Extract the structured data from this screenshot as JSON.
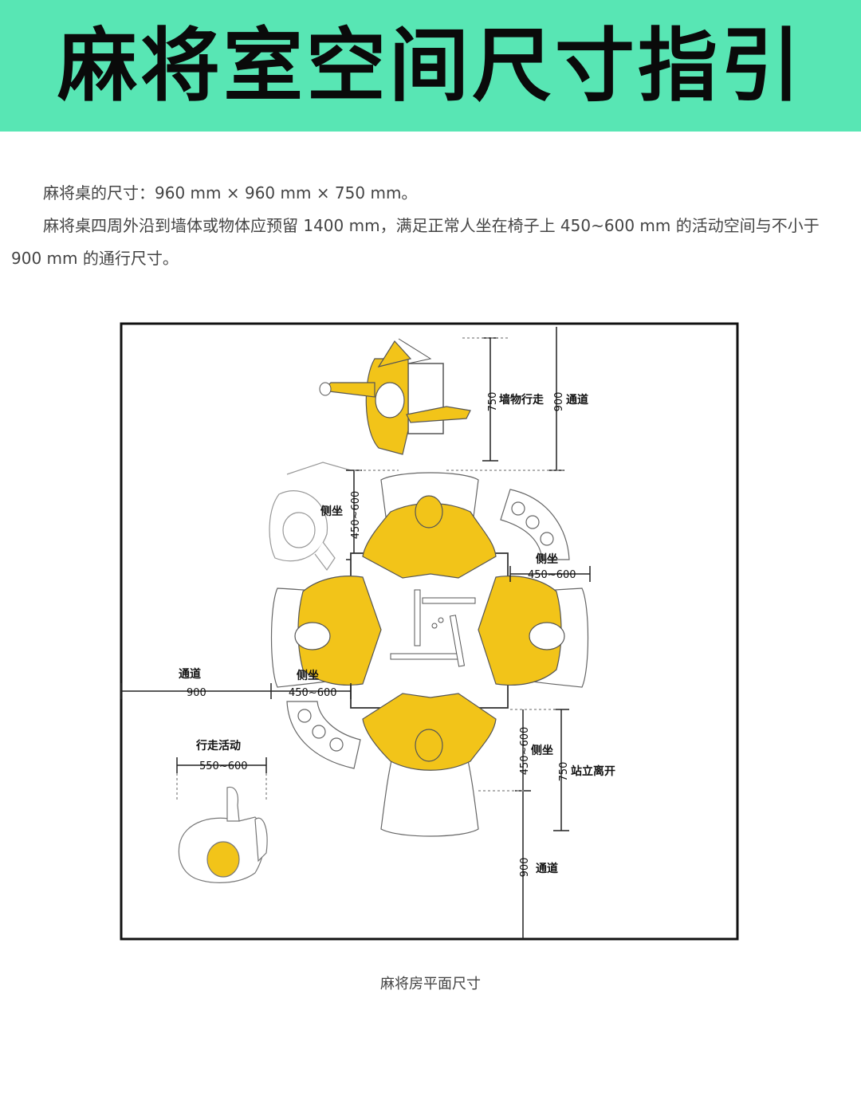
{
  "header": {
    "title": "麻将室空间尺寸指引",
    "bg_color": "#58e6b4"
  },
  "intro": {
    "line1": "麻将桌的尺寸：960 mm × 960 mm × 750 mm。",
    "line2": "麻将桌四周外沿到墙体或物体应预留 1400 mm，满足正常人坐在椅子上 450~600 mm 的活动空间与不小于 900 mm 的通行尺寸。"
  },
  "plan": {
    "figure_color": "#f2c419",
    "labels": {
      "top_750": "750",
      "top_wall_walk": "墙物行走",
      "top_900": "900",
      "top_passage": "通道",
      "left_450_600": "450~600",
      "left_side_sit": "侧坐",
      "right_side_sit": "侧坐",
      "right_450_600": "450~600",
      "passage_left": "通道",
      "dim_900_left": "900",
      "side_sit_left": "侧坐",
      "dim_450_600_left": "450~600",
      "walk_activity": "行走活动",
      "dim_550_600": "550~600",
      "bottom_450_600": "450~600",
      "bottom_side_sit": "侧坐",
      "bottom_750": "750",
      "stand_leave": "站立离开",
      "bottom_900": "900",
      "bottom_passage": "通道"
    }
  },
  "caption": "麻将房平面尺寸"
}
